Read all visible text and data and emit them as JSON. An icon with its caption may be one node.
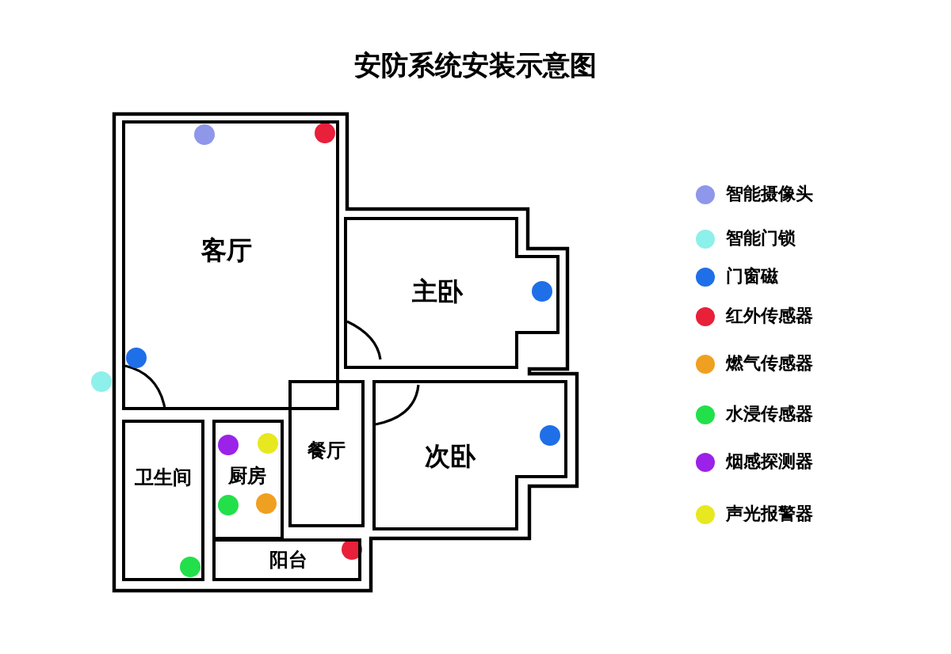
{
  "diagram": {
    "title": "安防系统安装示意图",
    "nodes": [
      {
        "text": [
          "客厅"
        ]
      },
      {
        "text": [
          "主卧"
        ]
      },
      {
        "text": [
          "次卧"
        ]
      },
      {
        "text": [
          "餐厅"
        ]
      },
      {
        "text": [
          "卫生间"
        ]
      },
      {
        "text": [
          "厨房"
        ]
      },
      {
        "text": [
          "阳台"
        ]
      }
    ],
    "legend": [
      {
        "text": "智能摄像头",
        "color": "#8e97ea"
      },
      {
        "text": "智能门锁",
        "color": "#8ef0ea"
      },
      {
        "text": "门窗磁",
        "color": "#1f6fe8"
      },
      {
        "text": "红外传感器",
        "color": "#e8203a"
      },
      {
        "text": "燃气传感器",
        "color": "#f0a020"
      },
      {
        "text": "水浸传感器",
        "color": "#22e04a"
      },
      {
        "text": "烟感探测器",
        "color": "#9b22e8"
      },
      {
        "text": "声光报警器",
        "color": "#e8e820"
      }
    ]
  }
}
